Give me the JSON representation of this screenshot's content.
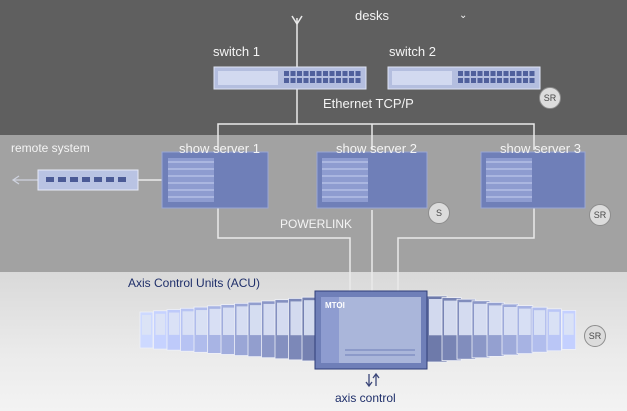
{
  "labels": {
    "desks": "desks",
    "switch1": "switch 1",
    "switch2": "switch 2",
    "ethernet": "Ethernet TCP/P",
    "remote": "remote system",
    "server1": "show server 1",
    "server2": "show server 2",
    "server3": "show server 3",
    "powerlink": "POWERLINK",
    "acu": "Axis Control Units (ACU)",
    "axis": "axis control",
    "acu_brand": "MTOI"
  },
  "badges": {
    "switch2": "SR",
    "server2": "S",
    "server3": "SR",
    "acu": "SR"
  },
  "colors": {
    "top_band": "#5f5f5f",
    "middle_band": "#a2a2a2",
    "bottom_band": "#e2e2e2",
    "device_blue": "#6f7fb8",
    "device_light": "#aab6da",
    "port_light": "#c9d3f0",
    "line": "#e9e9e9"
  }
}
